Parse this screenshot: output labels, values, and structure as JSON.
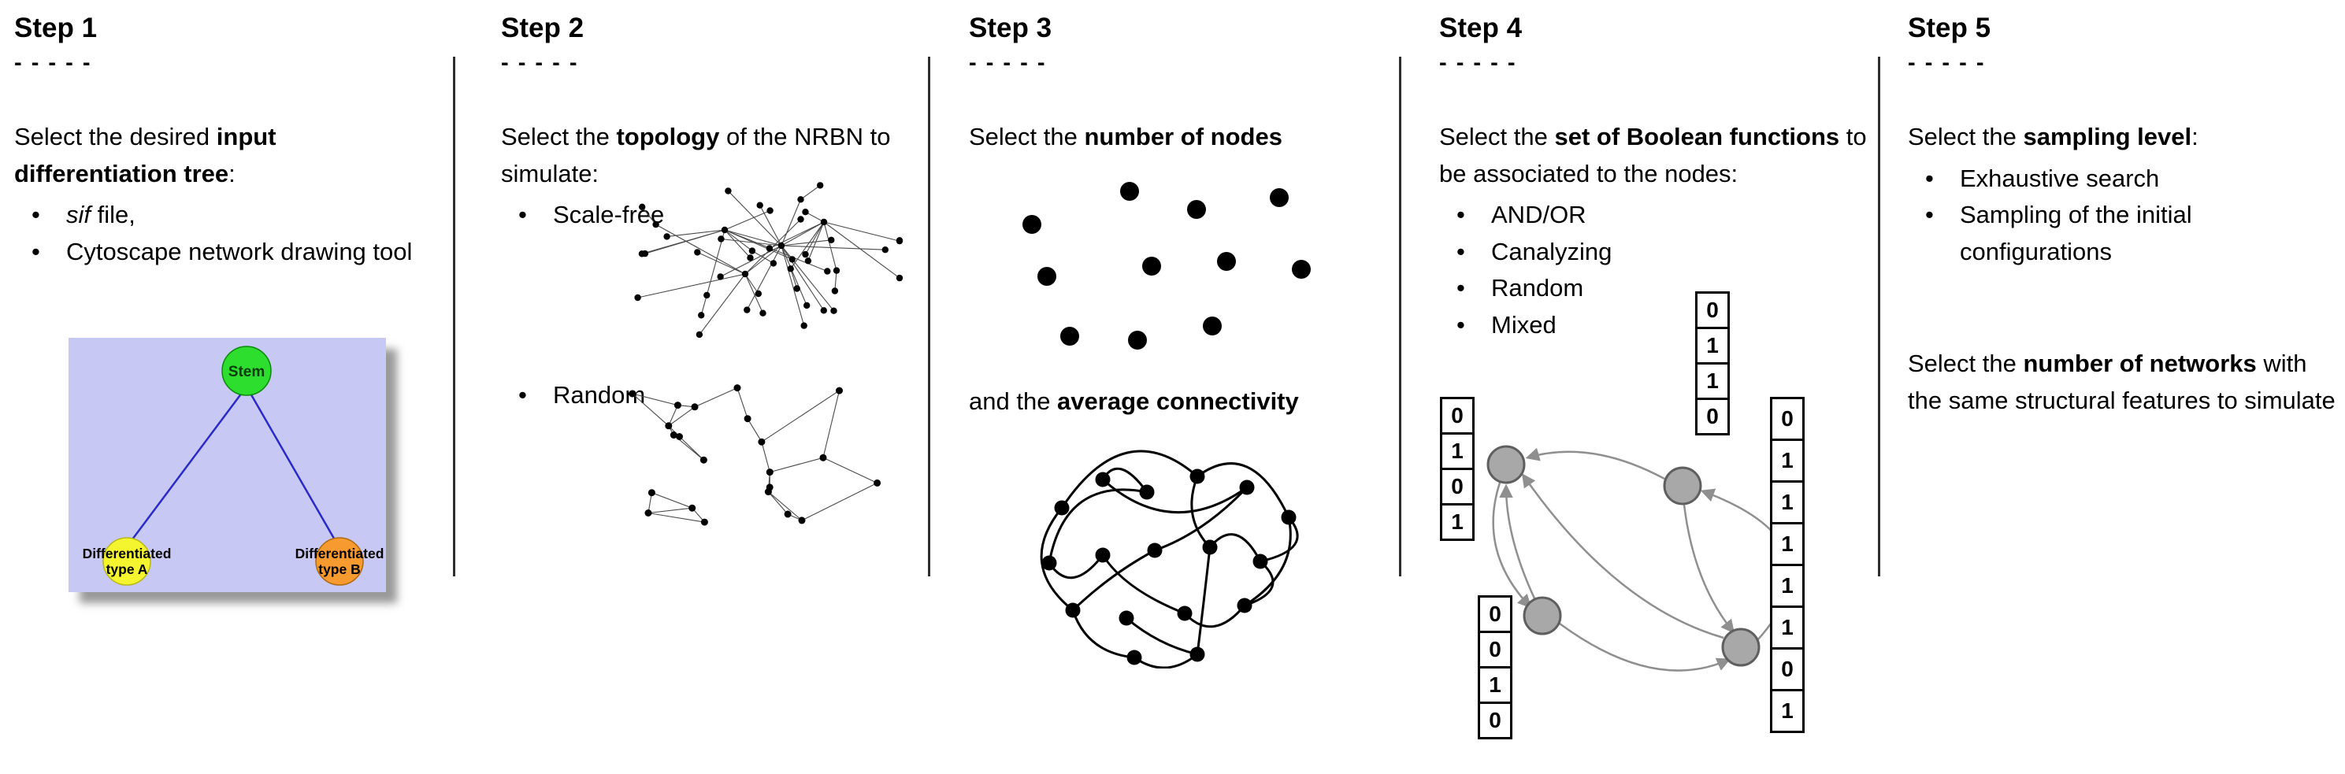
{
  "steps": [
    {
      "title": "Step 1",
      "dashes": "- - - - -",
      "intro": {
        "pre": "Select the desired ",
        "bold": "input differentiation tree",
        "post": ":"
      },
      "bullets": [
        {
          "italic": "sif",
          "text": " file,"
        },
        {
          "text": "Cytoscape network drawing tool"
        }
      ],
      "tree": {
        "root_label": "Stem",
        "left_label_line1": "Differentiated",
        "left_label_line2": "type A",
        "right_label_line1": "Differentiated",
        "right_label_line2": "type B",
        "colors": {
          "background": "#c8c8f4",
          "root": "#2ede2e",
          "left": "#f5f52f",
          "right": "#f79a2f",
          "edge": "#2a2ac8"
        }
      }
    },
    {
      "title": "Step 2",
      "dashes": "- - - - -",
      "intro": {
        "pre": "Select the ",
        "bold": "topology",
        "post": " of the NRBN to simulate:"
      },
      "bullets": [
        {
          "text": "Scale-free"
        },
        {
          "text": "Random"
        }
      ]
    },
    {
      "title": "Step 3",
      "dashes": "- - - - -",
      "intro": {
        "pre": "Select the ",
        "bold": "number of nodes",
        "post": ""
      },
      "second": {
        "pre": "and the ",
        "bold": "average connectivity",
        "post": ""
      }
    },
    {
      "title": "Step 4",
      "dashes": "- - - - -",
      "intro": {
        "pre": "Select the ",
        "bold": "set of Boolean functions",
        "post": " to be associated to the nodes:"
      },
      "bullets": [
        {
          "text": "AND/OR"
        },
        {
          "text": "Canalyzing"
        },
        {
          "text": "Random"
        },
        {
          "text": "Mixed"
        }
      ],
      "truth_tables": [
        {
          "id": "left-top",
          "values": [
            "0",
            "1",
            "0",
            "1"
          ]
        },
        {
          "id": "left-bottom",
          "values": [
            "0",
            "0",
            "1",
            "0"
          ]
        },
        {
          "id": "top-middle",
          "values": [
            "0",
            "1",
            "1",
            "0"
          ]
        },
        {
          "id": "right",
          "values": [
            "0",
            "1",
            "1",
            "1",
            "1",
            "1",
            "0",
            "1"
          ]
        }
      ]
    },
    {
      "title": "Step 5",
      "dashes": "- - - - -",
      "intro": {
        "pre": "Select the ",
        "bold": "sampling level",
        "post": ":"
      },
      "bullets": [
        {
          "text": "Exhaustive search"
        },
        {
          "text": "Sampling of the initial configurations"
        }
      ],
      "second": {
        "pre": "Select the ",
        "bold": "number of networks",
        "post": " with the same structural features to simulate"
      }
    }
  ]
}
